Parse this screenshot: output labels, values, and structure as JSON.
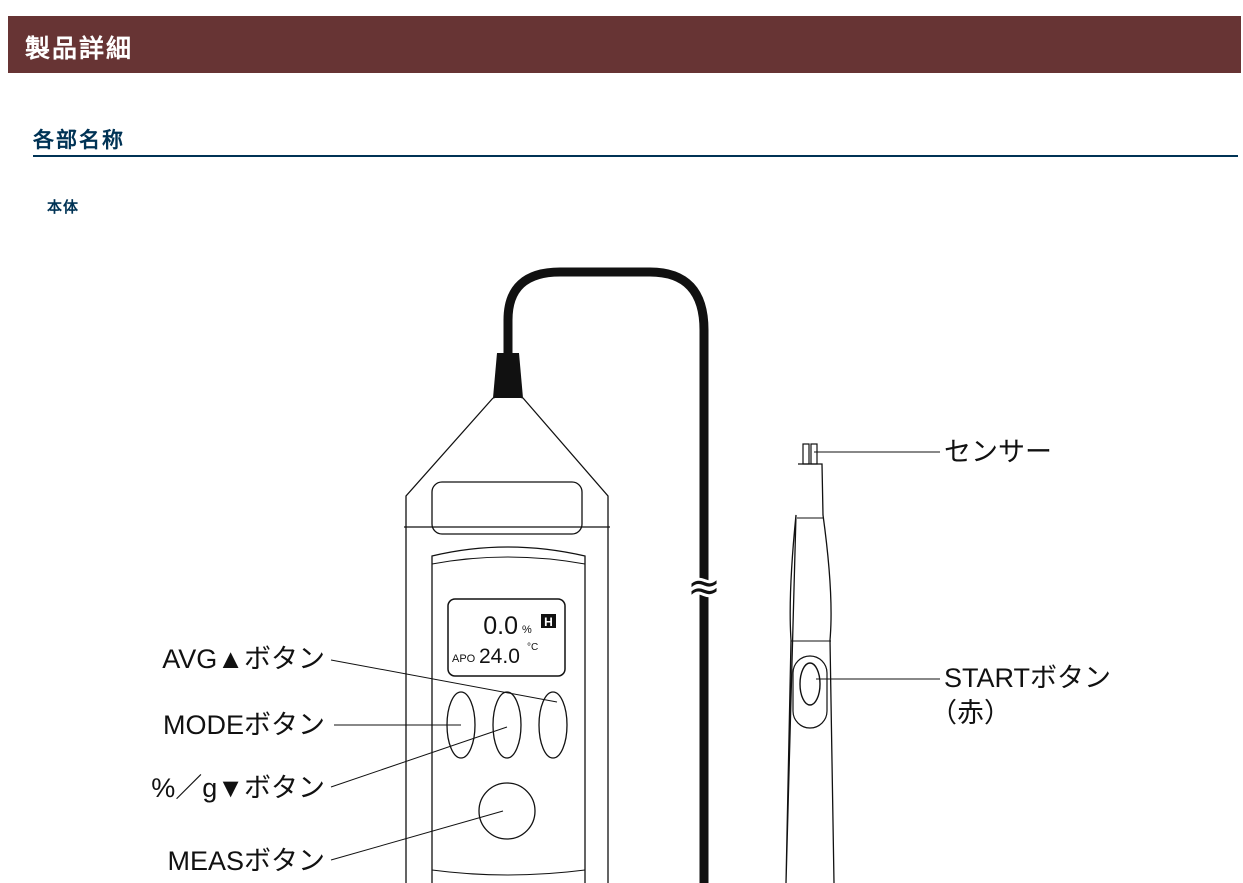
{
  "header": {
    "title": "製品詳細"
  },
  "section": {
    "title": "各部名称"
  },
  "subsection": {
    "title": "本体"
  },
  "figure": {
    "display": {
      "reading": "0.0",
      "reading_unit": "%",
      "hold_indicator": "H",
      "apo_label": "APO",
      "temperature": "24.0",
      "temperature_unit": "°C"
    },
    "cable_break_symbol": "≈",
    "callouts": {
      "avg_button": "AVG▲ボタン",
      "mode_button": "MODEボタン",
      "pct_g_button": "%／g▼ボタン",
      "meas_button": "MEASボタン",
      "sensor": "センサー",
      "start_button": "STARTボタン",
      "start_button_color": "（赤）"
    }
  },
  "colors": {
    "header_bg": "#673434",
    "heading_text": "#003355",
    "line": "#111111"
  }
}
